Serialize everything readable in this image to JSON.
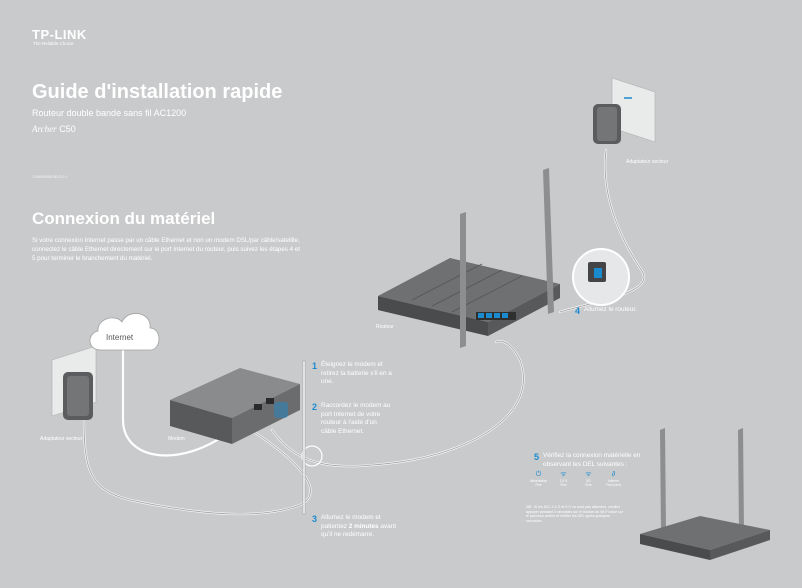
{
  "brand": {
    "name": "TP-LINK",
    "tagline": "The Reliable Choice"
  },
  "title": "Guide d'installation rapide",
  "subtitle": "Routeur double bande sans fil AC1200",
  "model": {
    "series": "Archer",
    "number": "C50"
  },
  "doc_code": "7106505998   REV3.0.1",
  "section_heading": "Connexion du matériel",
  "intro": "Si votre connexion Internet passe par un câble Ethernet et non un modem DSL/par câble/satellite, connectez le câble Ethernet directement sur le port Internet du routeur, puis suivez les étapes 4 et 5 pour terminer le branchement du matériel.",
  "labels": {
    "power_adapter_right": "Adaptateur secteur",
    "power_adapter_left": "Adaptateur secteur",
    "router": "Routeur",
    "modem": "Modem",
    "internet": "Internet"
  },
  "steps": [
    {
      "num": "1",
      "text": "Éteignez le modem et retirez la batterie s'il en a une."
    },
    {
      "num": "2",
      "text": "Raccordez le modem au port Internet de votre routeur à l'aide d'un câble Ethernet."
    },
    {
      "num": "3",
      "text_before": "Allumez le modem et patientez ",
      "text_bold": "2 minutes",
      "text_after": " avant qu'il ne redémarre."
    },
    {
      "num": "4",
      "text": "Allumez le routeur."
    },
    {
      "num": "5",
      "text": "Vérifiez la connexion matérielle en observant les DEL suivantes :"
    }
  ],
  "leds": [
    {
      "icon": "power-icon",
      "glyph": "⏻",
      "label1": "Alimentation",
      "label2": "Fixe"
    },
    {
      "icon": "wifi-24-icon",
      "glyph": "ᯤ",
      "label1": "2,4 G",
      "label2": "Fixe"
    },
    {
      "icon": "wifi-5-icon",
      "glyph": "ᯤ",
      "label1": "5G",
      "label2": "Fixe"
    },
    {
      "icon": "internet-icon",
      "glyph": "∂",
      "label1": "Internet",
      "label2": "Fixe (vert)"
    }
  ],
  "note": "NB : Si les DEL 2,4 G  et 5 G  ne sont pas allumées, veuillez appuyer pendant 2 secondes sur le bouton du Wi-Fi situé sur le panneau arrière et vérifier les DEL après quelques secondes.",
  "colors": {
    "background": "#c9cacb",
    "accent": "#1b8bd0",
    "cable": "#ffffff"
  }
}
